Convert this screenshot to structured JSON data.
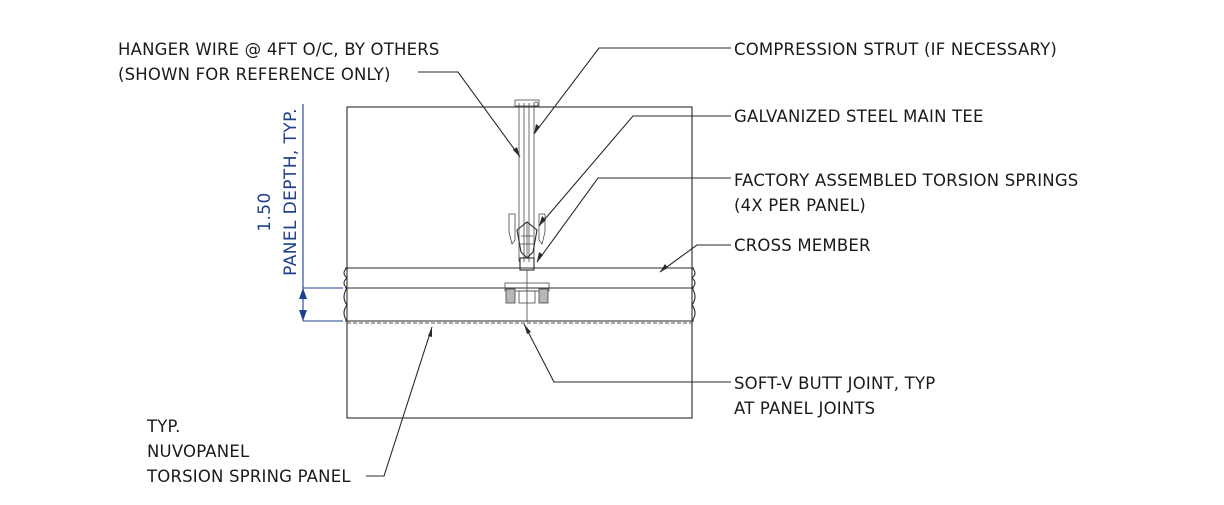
{
  "labels": {
    "hanger_wire_1": "HANGER WIRE @ 4FT O/C, BY OTHERS",
    "hanger_wire_2": "(SHOWN FOR REFERENCE ONLY)",
    "compression_strut": "COMPRESSION STRUT (IF NECESSARY)",
    "main_tee": "GALVANIZED STEEL MAIN TEE",
    "torsion_springs_1": "FACTORY ASSEMBLED TORSION SPRINGS",
    "torsion_springs_2": "(4X PER PANEL)",
    "cross_member": "CROSS MEMBER",
    "butt_joint_1": "SOFT-V BUTT JOINT, TYP",
    "butt_joint_2": "AT PANEL JOINTS",
    "panel_1": "TYP.",
    "panel_2": "NUVOPANEL",
    "panel_3": "TORSION SPRING PANEL"
  },
  "dimension": {
    "value": "1.50",
    "label": "PANEL DEPTH, TYP."
  },
  "colors": {
    "linework": "#2a2a2a",
    "dimension": "#1f3f8f"
  }
}
